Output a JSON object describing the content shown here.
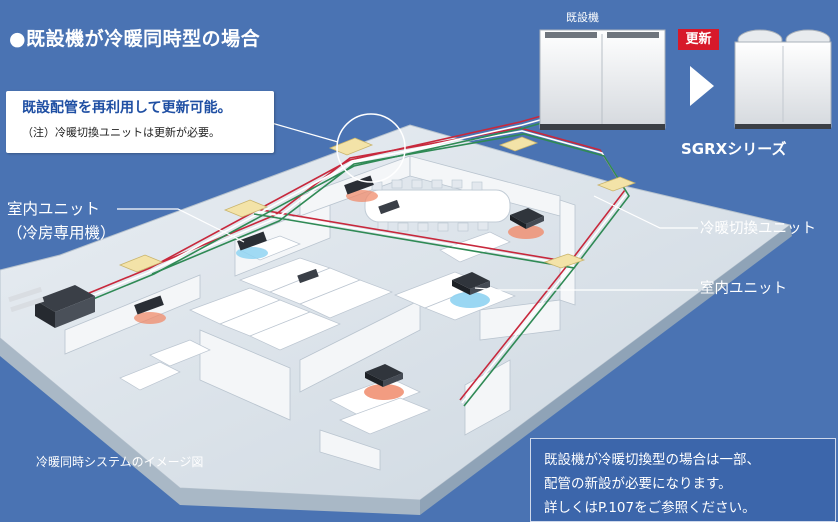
{
  "title": "●既設機が冷暖同時型の場合",
  "callout": {
    "main": "既設配管を再利用して更新可能。",
    "note": "（注）冷暖切換ユニットは更新が必要。"
  },
  "labels": {
    "indoor_cooling_line1": "室内ユニット",
    "indoor_cooling_line2": "（冷房専用機）",
    "existing_unit": "既設機",
    "update_badge": "更新",
    "new_series": "SGRXシリーズ",
    "switch_unit": "冷暖切換ユニット",
    "indoor_unit": "室内ユニット"
  },
  "caption": "冷暖同時システムのイメージ図",
  "note_box": {
    "line1": "既設機が冷暖切換型の場合は一部、",
    "line2": "配管の新設が必要になります。",
    "line3": "詳しくはP.107をご参照ください。"
  },
  "colors": {
    "background": "#4a73b3",
    "accent_red": "#d7192a",
    "callout_text": "#1f4fa3",
    "pipe_red": "#c8283c",
    "pipe_green": "#2f8a55",
    "pipe_white": "#ffffff"
  }
}
